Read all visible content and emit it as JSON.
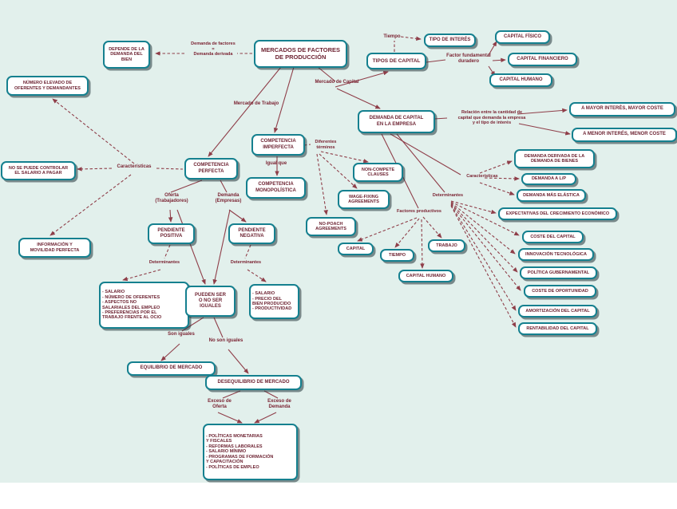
{
  "app": {
    "type": "concept-map",
    "title": "MERCADOS DE FACTORES DE PRODUCCIÓN"
  },
  "colors": {
    "canvas_background": "#e2f0ec",
    "node_border": "#15808f",
    "node_background": "#ffffff",
    "node_text": "#6e2433",
    "edge_line": "#8f3e49",
    "edge_label_text": "#7b2433"
  },
  "nodes": {
    "mercados": "MERCADOS DE FACTORES\nDE PRODUCCIÓN",
    "depende": "DEPENDE DE LA\nDEMANDA DEL\nBIEN",
    "tipo_interes": "TIPO DE INTERÉS",
    "tipos_capital": "TIPOS DE CAPITAL",
    "capital_fisico": "CAPITAL FÍSICO",
    "capital_financiero": "CAPITAL FINANCIERO",
    "capital_humano_1": "CAPITAL HUMANO",
    "numero_elevado": "NÚMERO ELEVADO DE\nOFERENTES Y DEMANDANTES",
    "demanda_capital_empresa": "DEMANDA DE CAPITAL\nEN LA EMPRESA",
    "a_mayor": "A MAYOR INTERÉS, MAYOR COSTE",
    "a_menor": "A MENOR INTERÉS, MENOR COSTE",
    "competencia_imperfecta": "COMPETENCIA\nIMPERFECTA",
    "competencia_perfecta": "COMPETENCIA\nPERFECTA",
    "no_se_puede": "NO SE PUEDE CONTROLAR\nEL SALARIO A PAGAR",
    "competencia_monopolistica": "COMPETENCIA\nMONOPOLÍSTICA",
    "non_compete": "NON-COMPETE\nCLAUSES",
    "demanda_derivada": "DEMANDA DERIVADA DE LA\nDEMANDA DE BIENES",
    "demanda_lp": "DEMANDA A L/P",
    "wage_fixing": "WAGE-FIXING\nAGREEMENTS",
    "demanda_elastica": "DEMANDA MÁS ELÁSTICA",
    "expectativas": "EXPECTATIVAS DEL CRECIMIENTO ECONÓMICO",
    "no_poach": "NO-POACH\nAGREEMENTS",
    "coste_capital": "COSTE DEL CAPITAL",
    "informacion": "INFORMACIÓN Y\nMOVILIDAD PERFECTA",
    "capital": "CAPITAL",
    "tiempo": "TIEMPO",
    "trabajo": "TRABAJO",
    "innovacion": "INNOVACIÓN TECNOLÓGICA",
    "pendiente_positiva": "PENDIENTE\nPOSITIVA",
    "pendiente_negativa": "PENDIENTE\nNEGATIVA",
    "politica_gubernamental": "POLÍTICA GUBERNAMENTAL",
    "capital_humano_2": "CAPITAL HUMANO",
    "coste_oportunidad": "COSTE DE OPORTUNIDAD",
    "lista_oferta": "- SALARIO\n- NÚMERO DE OFERENTES\n- ASPECTOS NO\nSALARIALES DEL EMPLEO\n- PREFERENCIAS POR EL\nTRABAJO FRENTE AL OCIO",
    "pueden_ser": "PUEDEN SER\nO NO SER\nIGUALES",
    "lista_demanda": "- SALARIO\n- PRECIO DEL\nBIEN PRODUCIDO\n- PRODUCTIVIDAD",
    "amortizacion": "AMORTIZACIÓN DEL CAPITAL",
    "rentabilidad": "RENTABILIDAD DEL CAPITAL",
    "equilibrio": "EQUILIBRIO DE MERCADO",
    "desequilibrio": "DESEQUILIBRIO DE MERCADO",
    "lista_medidas": "- POLÍTICAS MONETARIAS\nY FISCALES\n- REFORMAS LABORALES\n- SALARIO MÍNIMO\n- PROGRAMAS DE FORMACIÓN\nY CAPACITACIÓN\n- POLÍTICAS DE EMPLEO"
  },
  "labels": {
    "tiempo": "Tiempo",
    "demanda_factores": "Demanda de factores\n=\nDemanda derivada",
    "factor_fundamental": "Factor fundamental\nduradero",
    "mercado_capital": "Mercado de Capital",
    "mercado_trabajo": "Mercado de Trabajo",
    "relacion": "Relación entre la cantidad de\ncapital que demanda la empresa\ny el tipo de interés",
    "diferentes_terminos": "Diferentes\ntérminos",
    "caracteristicas_izq": "Características",
    "igual_que": "Igual que",
    "caracteristicas_der": "Características",
    "determinantes_der": "Determinantes",
    "oferta_trabajadores": "Oferta\n(Trabajadores)",
    "demanda_empresas": "Demanda\n(Empresas)",
    "factores_productivos": "Factores productivos",
    "determinantes_izq": "Determinantes",
    "determinantes_mid": "Determinantes",
    "son_iguales": "Son iguales",
    "no_son_iguales": "No son iguales",
    "exceso_oferta": "Exceso de\nOferta",
    "exceso_demanda": "Exceso de\nDemanda"
  }
}
